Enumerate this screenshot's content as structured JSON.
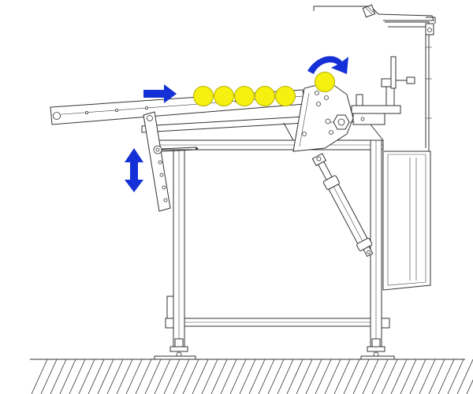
{
  "colors": {
    "line": "#333333",
    "ball_fill": "#f5f010",
    "ball_stroke": "#b8b000",
    "arrow_fill": "#1430d6",
    "background": "#ffffff"
  },
  "balls": {
    "count": 6
  },
  "arrows": [
    {
      "name": "feed-direction-arrow",
      "meaning": "right"
    },
    {
      "name": "rotation-direction-arrow",
      "meaning": "clockwise"
    },
    {
      "name": "height-adjust-arrow",
      "meaning": "up-down"
    }
  ]
}
